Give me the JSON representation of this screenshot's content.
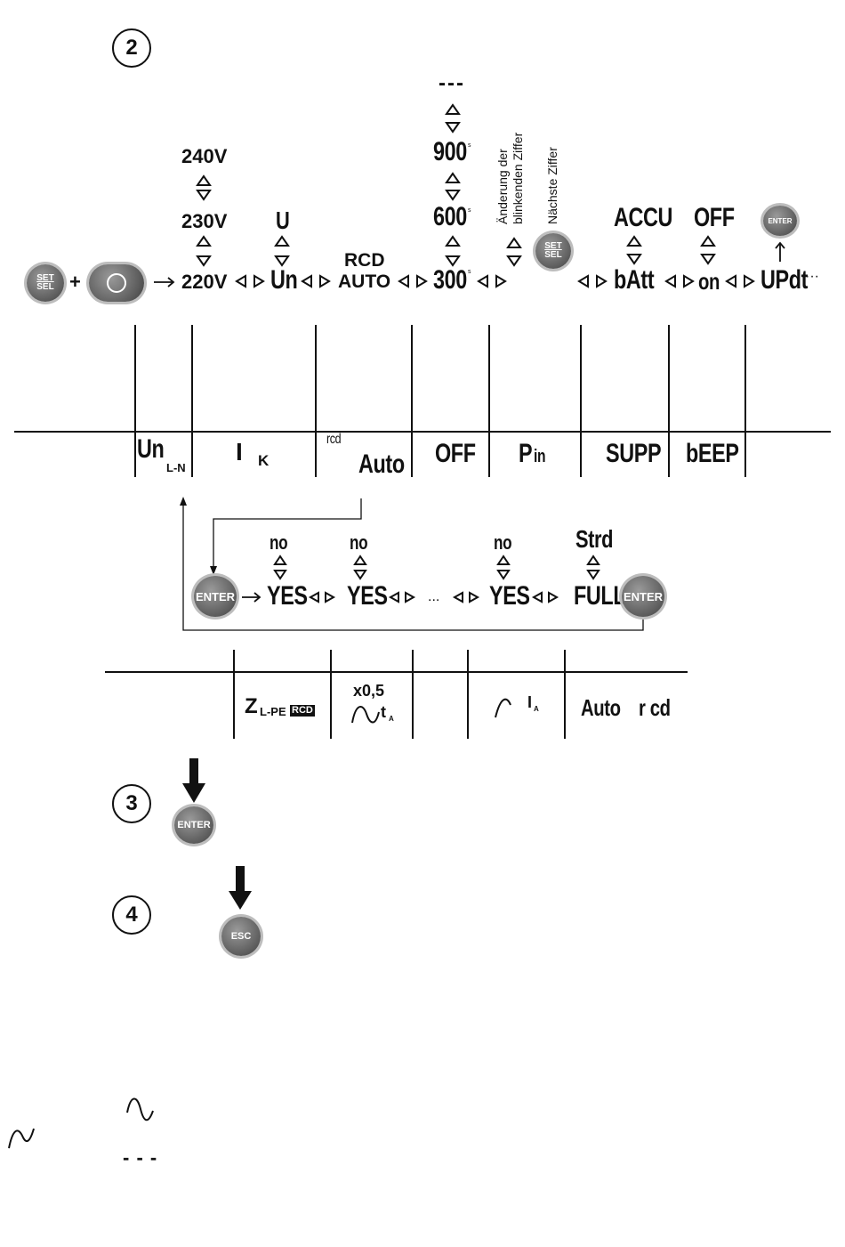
{
  "steps": {
    "s2": "2",
    "s3": "3",
    "s4": "4"
  },
  "top": {
    "voltages": [
      "240V",
      "230V",
      "220V"
    ],
    "un_top": "U",
    "un_label": "Un",
    "rcd_line1": "RCD",
    "rcd_line2": "AUTO",
    "dots_top": "---",
    "times": [
      "900",
      "600",
      "300"
    ],
    "time_unit": "s",
    "note1": "Änderung der",
    "note2": "blinkenden Ziffer",
    "note3": "Nächste Ziffer",
    "accu": "ACCU",
    "batt": "bAtt",
    "off_top": "OFF",
    "on": "on",
    "enter": "ENTER",
    "updt": "UPdt",
    "ellipsis": "···",
    "set": "SET",
    "sel": "SEL",
    "plus": "+"
  },
  "menu_row": {
    "un": "Un",
    "ln": "L-N",
    "ik_i": "I",
    "ik_k": "K",
    "rcd_small": "rcd",
    "auto": "Auto",
    "off": "OFF",
    "pin_p": "P",
    "pin_in": "in",
    "supp": "SUPP",
    "beep": "bEEP"
  },
  "sub_row": {
    "no": "no",
    "yes": "YES",
    "ellipsis": "...",
    "strd": "Strd",
    "full": "FULL",
    "enter": "ENTER"
  },
  "bottom_row": {
    "z": "Z",
    "zsub": "L-PE",
    "rcd_box": "RCD",
    "x05": "x0,5",
    "ta": "t",
    "ta_sub": "A",
    "ia": "I",
    "ia_sub": "A",
    "auto": "Auto",
    "rcd": "r cd"
  },
  "steps_buttons": {
    "enter": "ENTER",
    "esc": "ESC"
  },
  "legend": {
    "dashes": "- - -"
  }
}
